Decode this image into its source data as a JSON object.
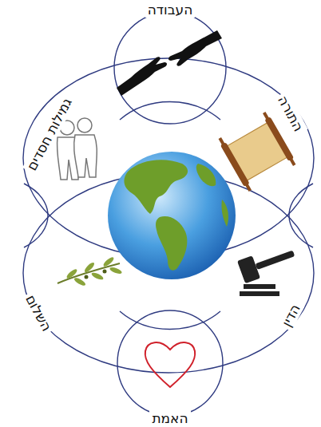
{
  "diagram": {
    "labels": [
      "העבודה",
      "התורה",
      "הדין",
      "האמת",
      "השלום",
      "גמילות חסדים"
    ]
  }
}
